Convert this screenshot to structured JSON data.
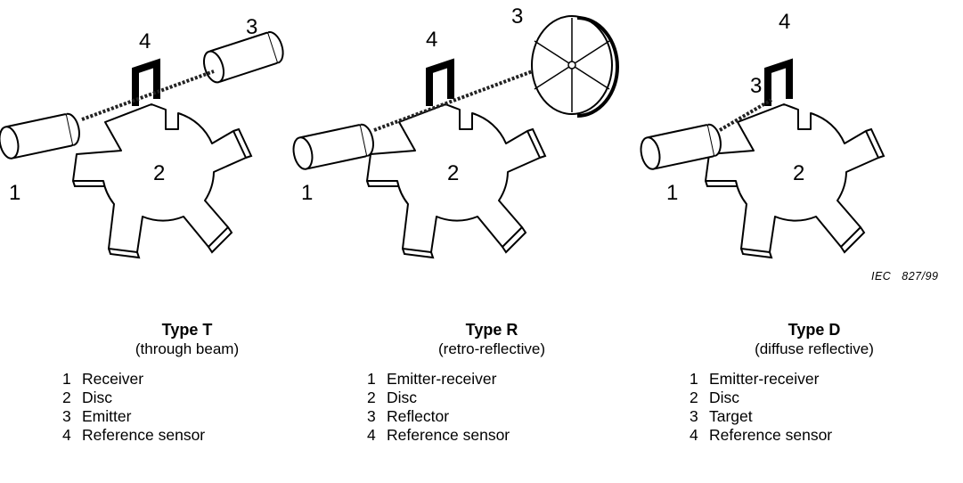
{
  "reference": "IEC   827/99",
  "panels": [
    {
      "title": "Type T",
      "subtitle": "(through beam)",
      "callouts": {
        "receiver": "1",
        "disc": "2",
        "third": "3",
        "sensor": "4"
      },
      "items": [
        {
          "num": "1",
          "label": "Receiver"
        },
        {
          "num": "2",
          "label": "Disc"
        },
        {
          "num": "3",
          "label": "Emitter"
        },
        {
          "num": "4",
          "label": "Reference sensor"
        }
      ]
    },
    {
      "title": "Type R",
      "subtitle": "(retro-reflective)",
      "callouts": {
        "receiver": "1",
        "disc": "2",
        "third": "3",
        "sensor": "4"
      },
      "items": [
        {
          "num": "1",
          "label": "Emitter-receiver"
        },
        {
          "num": "2",
          "label": "Disc"
        },
        {
          "num": "3",
          "label": "Reflector"
        },
        {
          "num": "4",
          "label": "Reference sensor"
        }
      ]
    },
    {
      "title": "Type D",
      "subtitle": "(diffuse reflective)",
      "callouts": {
        "receiver": "1",
        "disc": "2",
        "third": "3",
        "sensor": "4"
      },
      "items": [
        {
          "num": "1",
          "label": "Emitter-receiver"
        },
        {
          "num": "2",
          "label": "Disc"
        },
        {
          "num": "3",
          "label": "Target"
        },
        {
          "num": "4",
          "label": "Reference sensor"
        }
      ]
    }
  ]
}
